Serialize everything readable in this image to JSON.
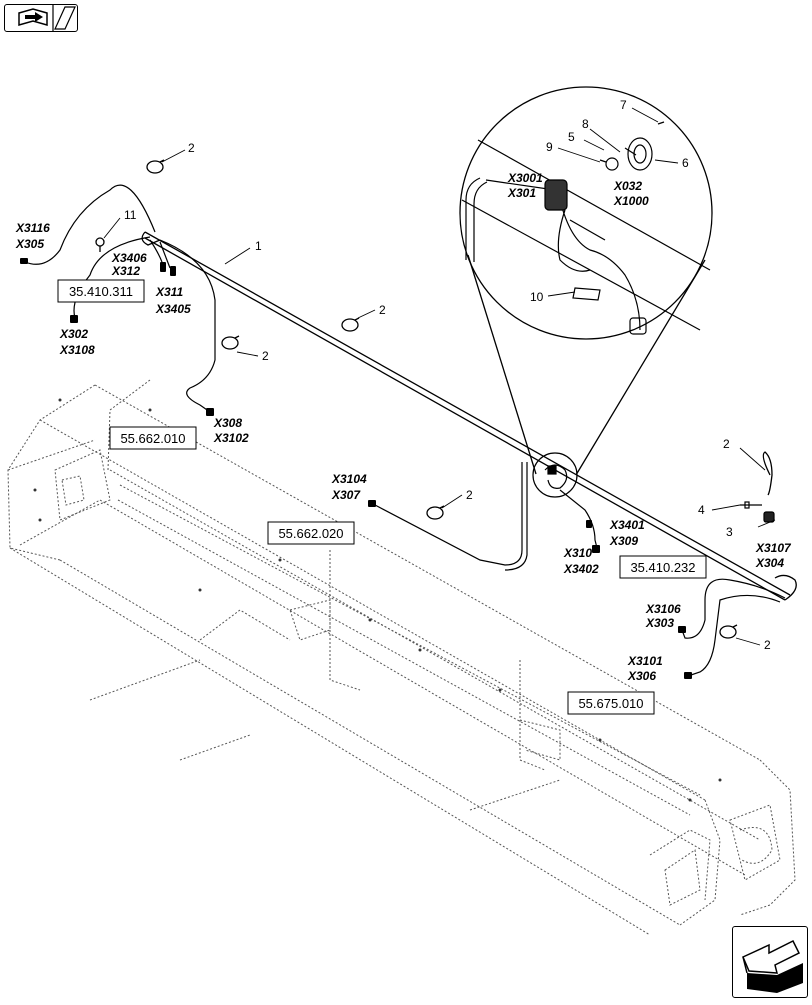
{
  "nav": {
    "top_icon": "book-with-arrow-icon",
    "bottom_icon": "return-arrow-icon"
  },
  "callouts": [
    "1",
    "2",
    "2",
    "2",
    "2",
    "2",
    "2",
    "3",
    "4",
    "5",
    "6",
    "7",
    "8",
    "9",
    "10",
    "11"
  ],
  "reference_boxes": [
    "35.410.311",
    "55.662.010",
    "55.662.020",
    "35.410.232",
    "55.675.010"
  ],
  "connectors": [
    [
      "X3116",
      "X305"
    ],
    [
      "X3406",
      "X312"
    ],
    [
      "X311",
      "X3405"
    ],
    [
      "X302",
      "X3108"
    ],
    [
      "X308",
      "X3102"
    ],
    [
      "X3104",
      "X307"
    ],
    [
      "X3001",
      "X301"
    ],
    [
      "X032",
      "X1000"
    ],
    [
      "X3401",
      "X309"
    ],
    [
      "X310",
      "X3402"
    ],
    [
      "X3107",
      "X304"
    ],
    [
      "X3106",
      "X303"
    ],
    [
      "X3101",
      "X306"
    ]
  ]
}
